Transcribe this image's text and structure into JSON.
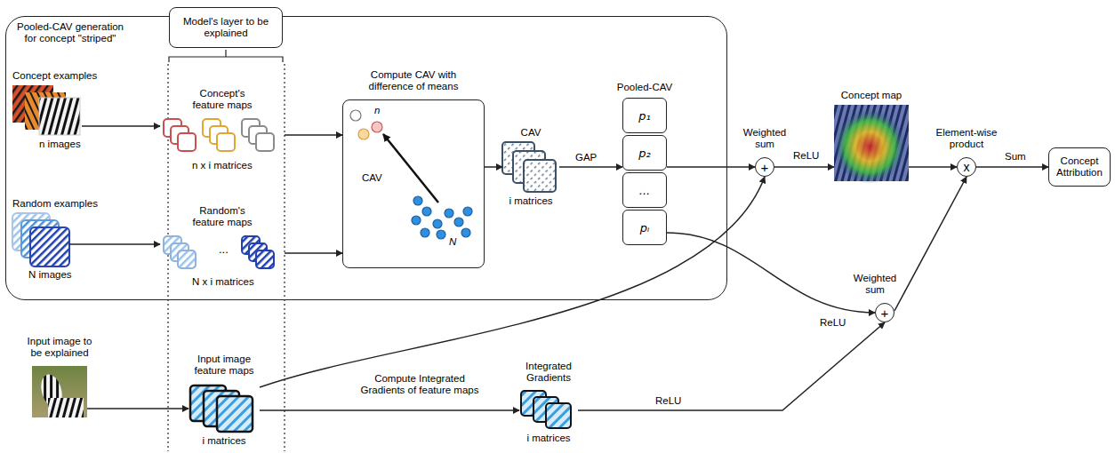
{
  "diagram": {
    "nodes": [
      {
        "text": [
          "Pooled-CAV generation for concept \"striped\""
        ]
      },
      {
        "text": [
          "Model's layer to be explained"
        ]
      },
      {
        "text": [
          "Concept examples",
          "n images"
        ],
        "in": 0
      },
      {
        "text": [
          "Concept's feature maps",
          "n x i matrices"
        ],
        "in": 0
      },
      {
        "text": [
          "Random examples",
          "N images"
        ],
        "in": 0
      },
      {
        "text": [
          "Random's feature maps",
          "...",
          "N x i matrices"
        ],
        "in": 0
      },
      {
        "text": [
          "Compute CAV with difference of means",
          "n",
          "CAV",
          "N"
        ],
        "in": 0
      },
      {
        "text": [
          "CAV",
          "i matrices"
        ],
        "in": 0
      },
      {
        "text": [
          "Pooled-CAV"
        ],
        "in": 0
      },
      {
        "text": [
          "p₁"
        ],
        "in": 8
      },
      {
        "text": [
          "p₂"
        ],
        "in": 8
      },
      {
        "text": [
          "..."
        ],
        "in": 8
      },
      {
        "text": [
          "pᵢ"
        ],
        "in": 8
      },
      {
        "text": [
          "Weighted sum",
          "+"
        ]
      },
      {
        "text": [
          "Concept map"
        ]
      },
      {
        "text": [
          "Element-wise product",
          "x"
        ]
      },
      {
        "text": [
          "Concept Attribution"
        ]
      },
      {
        "text": [
          "Input image to be explained"
        ]
      },
      {
        "text": [
          "Input image feature maps",
          "i matrices"
        ]
      },
      {
        "text": [
          "Integrated Gradients",
          "i matrices"
        ]
      },
      {
        "text": [
          "Weighted sum",
          "+"
        ]
      }
    ],
    "edges": [
      {
        "from": 2,
        "to": 3,
        "arrow": "to"
      },
      {
        "from": 4,
        "to": 5,
        "arrow": "to"
      },
      {
        "from": 3,
        "to": 6,
        "arrow": "to"
      },
      {
        "from": 5,
        "to": 6,
        "arrow": "to"
      },
      {
        "from": 6,
        "to": 7,
        "arrow": "to"
      },
      {
        "from": 7,
        "to": 8,
        "label": "GAP",
        "arrow": "to"
      },
      {
        "from": 8,
        "to": 13,
        "arrow": "to"
      },
      {
        "from": 13,
        "to": 14,
        "label": "ReLU",
        "arrow": "to"
      },
      {
        "from": 14,
        "to": 15,
        "arrow": "to"
      },
      {
        "from": 15,
        "to": 16,
        "label": "Sum",
        "arrow": "to"
      },
      {
        "from": 17,
        "to": 18,
        "arrow": "to"
      },
      {
        "from": 18,
        "to": 13,
        "arrow": "to"
      },
      {
        "from": 18,
        "to": 19,
        "label": "Compute Integrated Gradients of feature maps",
        "arrow": "to"
      },
      {
        "from": 19,
        "to": 20,
        "label": "ReLU",
        "arrow": "to"
      },
      {
        "from": 8,
        "to": 20,
        "label": "ReLU",
        "arrow": "to"
      },
      {
        "from": 20,
        "to": 15,
        "arrow": "to"
      }
    ]
  }
}
